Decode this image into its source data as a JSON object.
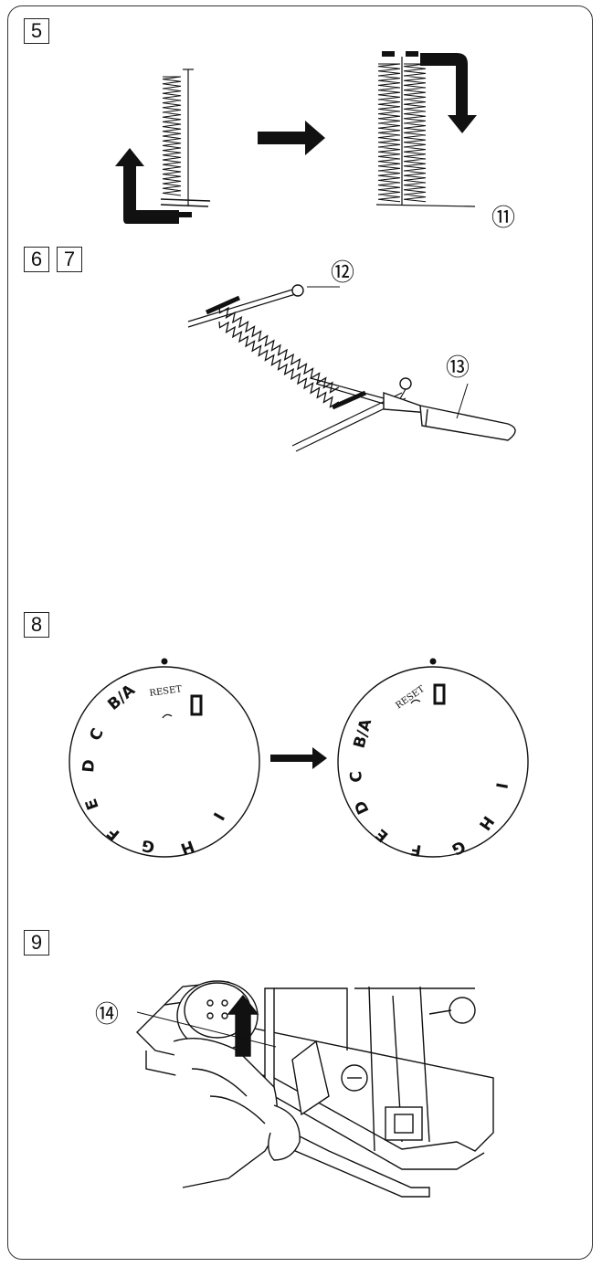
{
  "steps": {
    "s5": "5",
    "s6": "6",
    "s7": "7",
    "s8": "8",
    "s9": "9"
  },
  "callouts": {
    "c11": "⑪",
    "c12": "⑫",
    "c13": "⑬",
    "c14": "⑭"
  },
  "dials": {
    "reset_label": "RESET",
    "letters": [
      "B/A",
      "C",
      "D",
      "E",
      "F",
      "G",
      "H",
      "I"
    ]
  },
  "colors": {
    "line": "#111111",
    "frame": "#333333"
  }
}
